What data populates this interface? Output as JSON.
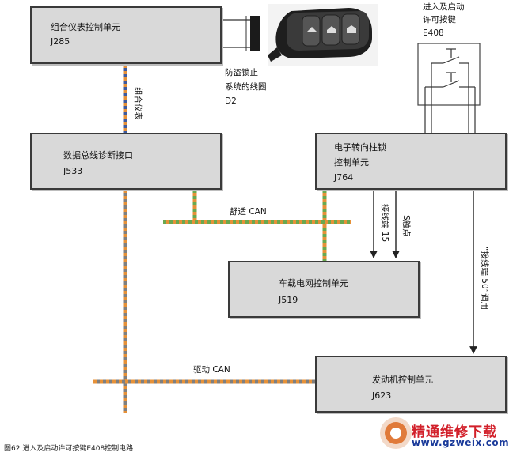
{
  "colors": {
    "box_fill": "#d9d9d9",
    "box_border": "#3a3a3a",
    "can_comfort_a": "#6aa84f",
    "can_comfort_b": "#e69138",
    "can_drive_a": "#e69138",
    "can_drive_b": "#7f7f7f",
    "instrument_bus_a": "#e69138",
    "instrument_bus_b": "#3d5a9e",
    "watermark_red": "#d2202a",
    "watermark_blue": "#1a3a9a"
  },
  "units": {
    "j285": {
      "name": "组合仪表控制单元",
      "code": "J285"
    },
    "j533": {
      "name": "数据总线诊断接口",
      "code": "J533"
    },
    "j764": {
      "line1": "电子转向柱锁",
      "line2": "控制单元",
      "code": "J764"
    },
    "j519": {
      "name": "车载电网控制单元",
      "code": "J519"
    },
    "j623": {
      "name": "发动机控制单元",
      "code": "J623"
    }
  },
  "coil": {
    "line1": "防盗锁止",
    "line2": "系统的线圈",
    "code": "D2"
  },
  "key_switch": {
    "line1": "进入及启动",
    "line2": "许可按键",
    "code": "E408"
  },
  "bus_labels": {
    "instrument": "组合仪表",
    "comfort_can": "舒适 CAN",
    "drive_can": "驱动 CAN"
  },
  "signal_labels": {
    "terminal15": "接线端 15",
    "s_contact": "S触点",
    "terminal50": "“接线端 50”调用"
  },
  "caption": "图62  进入及启动许可按键E408控制电路",
  "watermark": {
    "line1": "精通维修下载",
    "line2": "www.gzweix.com"
  }
}
